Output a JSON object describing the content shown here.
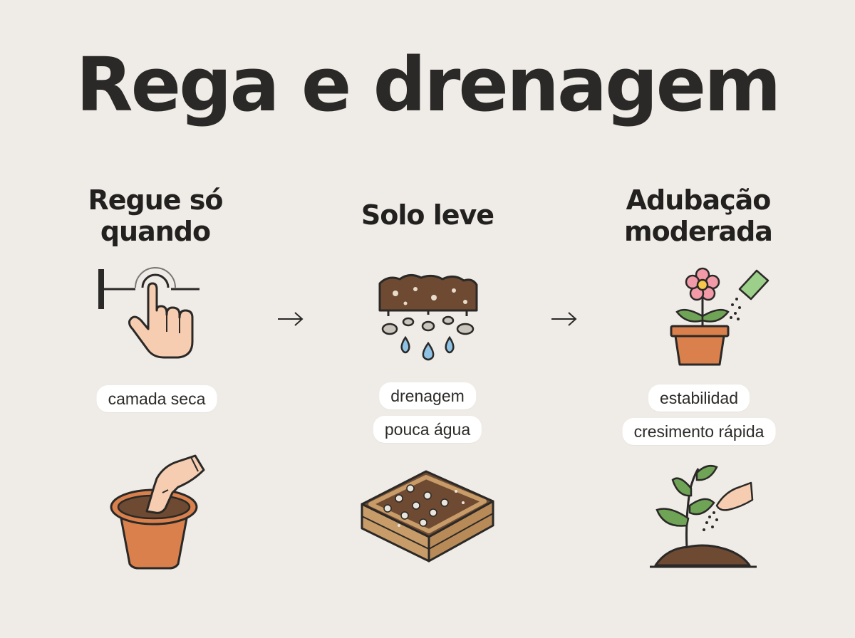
{
  "title": "Rega e drenagem",
  "columns": [
    {
      "title_lines": [
        "Regue só",
        "quando"
      ],
      "tags": [
        "camada seca"
      ],
      "icons": [
        "finger-touch-soil-icon",
        "hand-in-pot-icon"
      ]
    },
    {
      "title_lines": [
        "Solo leve"
      ],
      "tags": [
        "drenagem",
        "pouca água"
      ],
      "icons": [
        "soil-drainage-icon",
        "raised-bed-icon"
      ]
    },
    {
      "title_lines": [
        "Adubação",
        "moderada"
      ],
      "tags": [
        "estabilidad",
        "cresimento rápida"
      ],
      "icons": [
        "potted-flower-fertilizer-icon",
        "seedling-fertilizing-icon"
      ]
    }
  ],
  "arrows": [
    "arrow-right-icon",
    "arrow-right-icon"
  ],
  "colors": {
    "background": "#efebe6",
    "text": "#2a2927",
    "pill": "#ffffff",
    "terracotta": "#d9804c",
    "soil": "#6e4a32",
    "leaf": "#6fa356",
    "water": "#8fc3e6",
    "wood": "#c89c68",
    "skin": "#f6cdb0"
  }
}
